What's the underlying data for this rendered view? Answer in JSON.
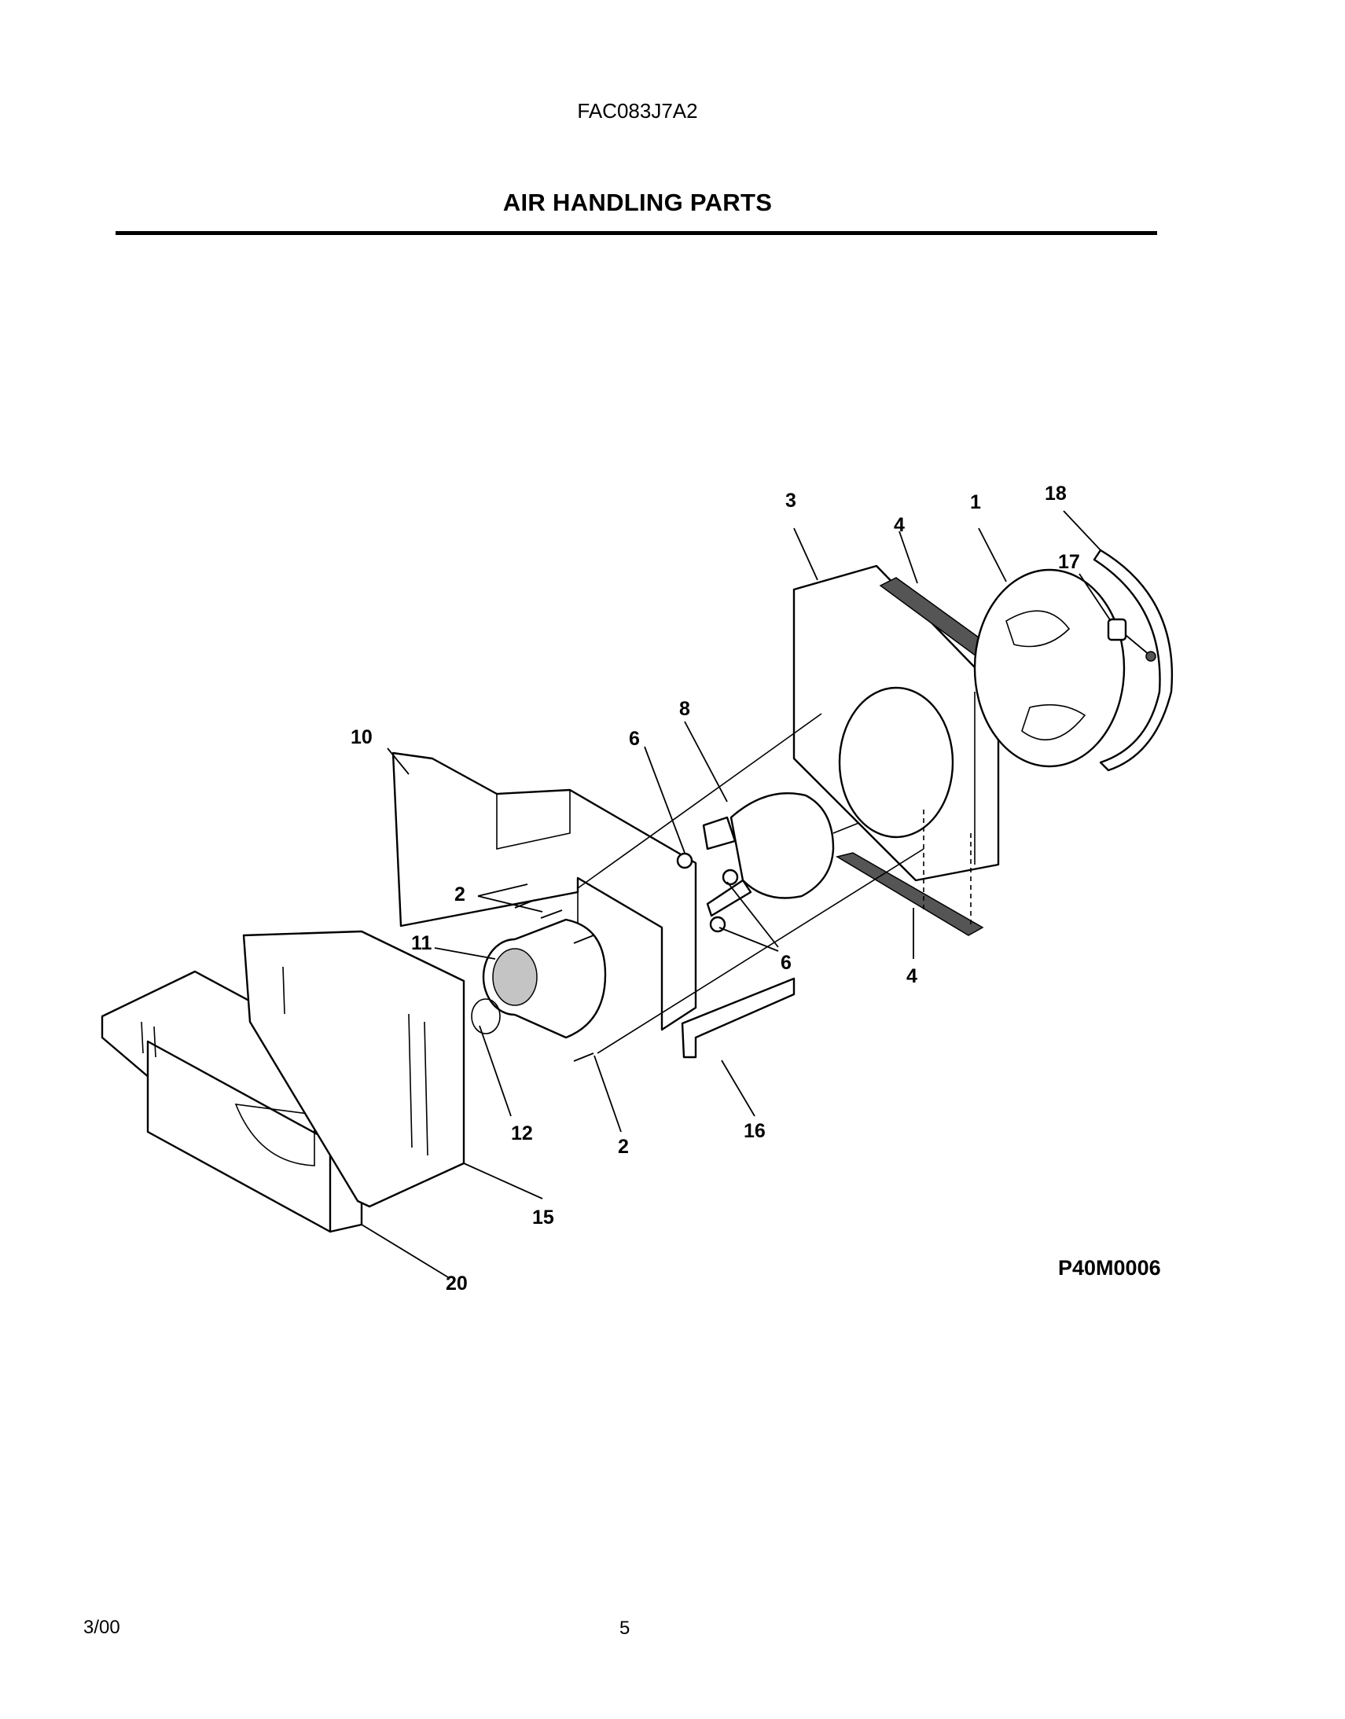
{
  "header": {
    "model": "FAC083J7A2",
    "title": "AIR HANDLING PARTS"
  },
  "diagram": {
    "drawing_id": "P40M0006",
    "callouts": [
      {
        "id": "c1",
        "text": "1"
      },
      {
        "id": "c2a",
        "text": "2"
      },
      {
        "id": "c2b",
        "text": "2"
      },
      {
        "id": "c3",
        "text": "3"
      },
      {
        "id": "c4a",
        "text": "4"
      },
      {
        "id": "c4b",
        "text": "4"
      },
      {
        "id": "c6a",
        "text": "6"
      },
      {
        "id": "c6b",
        "text": "6"
      },
      {
        "id": "c8",
        "text": "8"
      },
      {
        "id": "c10",
        "text": "10"
      },
      {
        "id": "c11",
        "text": "11"
      },
      {
        "id": "c12",
        "text": "12"
      },
      {
        "id": "c15",
        "text": "15"
      },
      {
        "id": "c16",
        "text": "16"
      },
      {
        "id": "c17",
        "text": "17"
      },
      {
        "id": "c18",
        "text": "18"
      },
      {
        "id": "c20",
        "text": "20"
      }
    ]
  },
  "footer": {
    "date": "3/00",
    "page": "5"
  }
}
